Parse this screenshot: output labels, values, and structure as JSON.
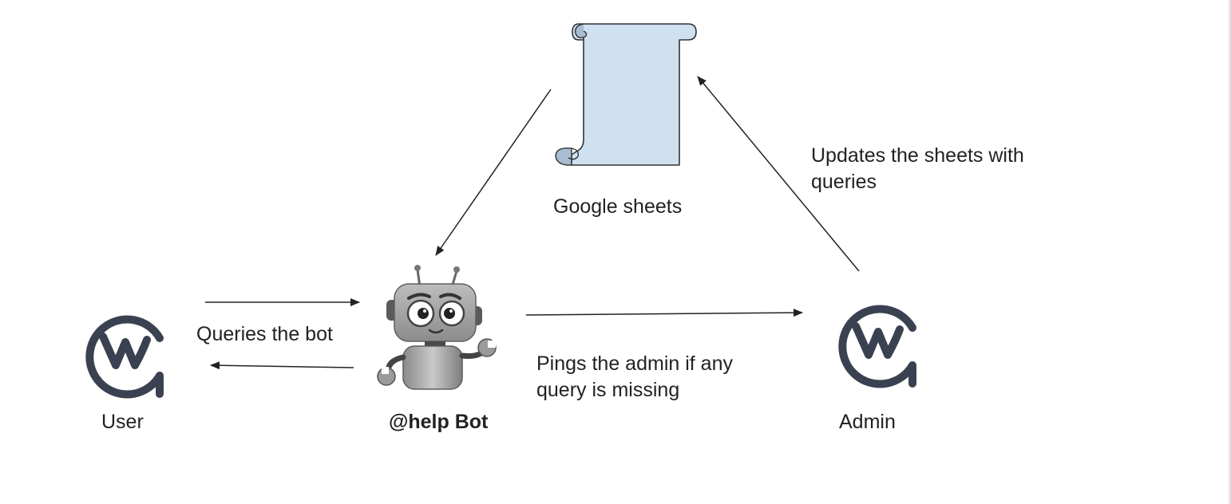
{
  "diagram": {
    "nodes": {
      "sheets": {
        "label": "Google sheets",
        "icon": "scroll-icon",
        "fill": "#cfe0f1",
        "stroke": "#333333"
      },
      "user": {
        "label": "User",
        "icon": "workplace-logo-icon",
        "color": "#3a4251"
      },
      "bot": {
        "label": "@help Bot",
        "icon": "robot-icon"
      },
      "admin": {
        "label": "Admin",
        "icon": "workplace-logo-icon",
        "color": "#3a4251"
      }
    },
    "edges": {
      "user_to_bot": {
        "label": "Queries the bot"
      },
      "bot_to_admin": {
        "label": "Pings the admin if any\nquery is missing"
      },
      "admin_to_sheets": {
        "label": "Updates the sheets with\nqueries"
      }
    }
  }
}
